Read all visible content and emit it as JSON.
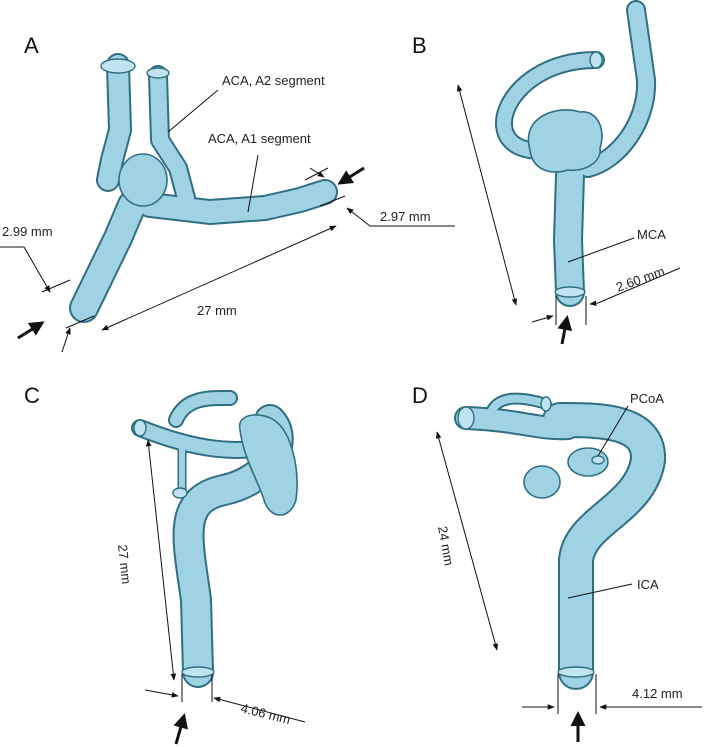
{
  "panels": {
    "a": {
      "letter": "A",
      "labels": {
        "a2": "ACA, A2 segment",
        "a1": "ACA, A1 segment"
      },
      "dims": {
        "inlet": "2.99 mm",
        "outlet": "2.97 mm",
        "length": "27 mm"
      }
    },
    "b": {
      "letter": "B",
      "labels": {
        "mca": "MCA"
      },
      "dims": {
        "inlet": "2.60 mm"
      }
    },
    "c": {
      "letter": "C",
      "dims": {
        "length": "27 mm",
        "inlet": "4.06 mm"
      }
    },
    "d": {
      "letter": "D",
      "labels": {
        "pcoa": "PCoA",
        "ica": "ICA"
      },
      "dims": {
        "length": "24 mm",
        "inlet": "4.12 mm"
      }
    }
  },
  "colors": {
    "vessel": "#9fd3e3",
    "vessel_edge": "#2f6f84"
  }
}
